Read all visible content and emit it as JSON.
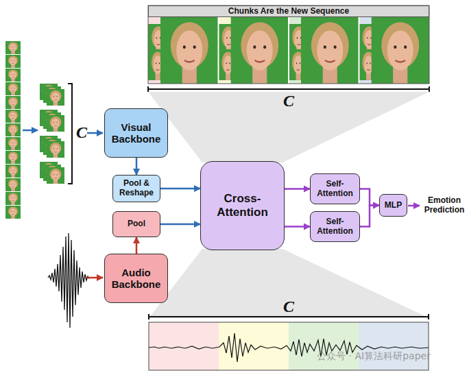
{
  "diagram": {
    "nodes": [
      {
        "text": [
          "Chunks Are the New Sequence"
        ]
      },
      {
        "text": [
          "Visual Backbone"
        ]
      },
      {
        "text": [
          "Pool & Reshape"
        ]
      },
      {
        "text": [
          "Pool"
        ]
      },
      {
        "text": [
          "Audio Backbone"
        ]
      },
      {
        "text": [
          "Cross-Attention"
        ]
      },
      {
        "text": [
          "Self-Attention"
        ]
      },
      {
        "text": [
          "Self-Attention"
        ]
      },
      {
        "text": [
          "MLP"
        ]
      }
    ],
    "edges": [
      {
        "from": 1,
        "to": 2,
        "arrow": "to"
      },
      {
        "from": 4,
        "to": 3,
        "arrow": "to"
      },
      {
        "from": 2,
        "to": 5,
        "arrow": "to"
      },
      {
        "from": 3,
        "to": 5,
        "arrow": "to"
      },
      {
        "from": 5,
        "to": 6,
        "arrow": "to"
      },
      {
        "from": 5,
        "to": 7,
        "arrow": "to"
      },
      {
        "from": 6,
        "to": 8,
        "arrow": "to"
      },
      {
        "from": 7,
        "to": 8,
        "arrow": "to"
      }
    ],
    "labels": [
      "C",
      "C",
      "C",
      "Emotion Prediction",
      "公众号 · AI算法科研paper"
    ]
  }
}
